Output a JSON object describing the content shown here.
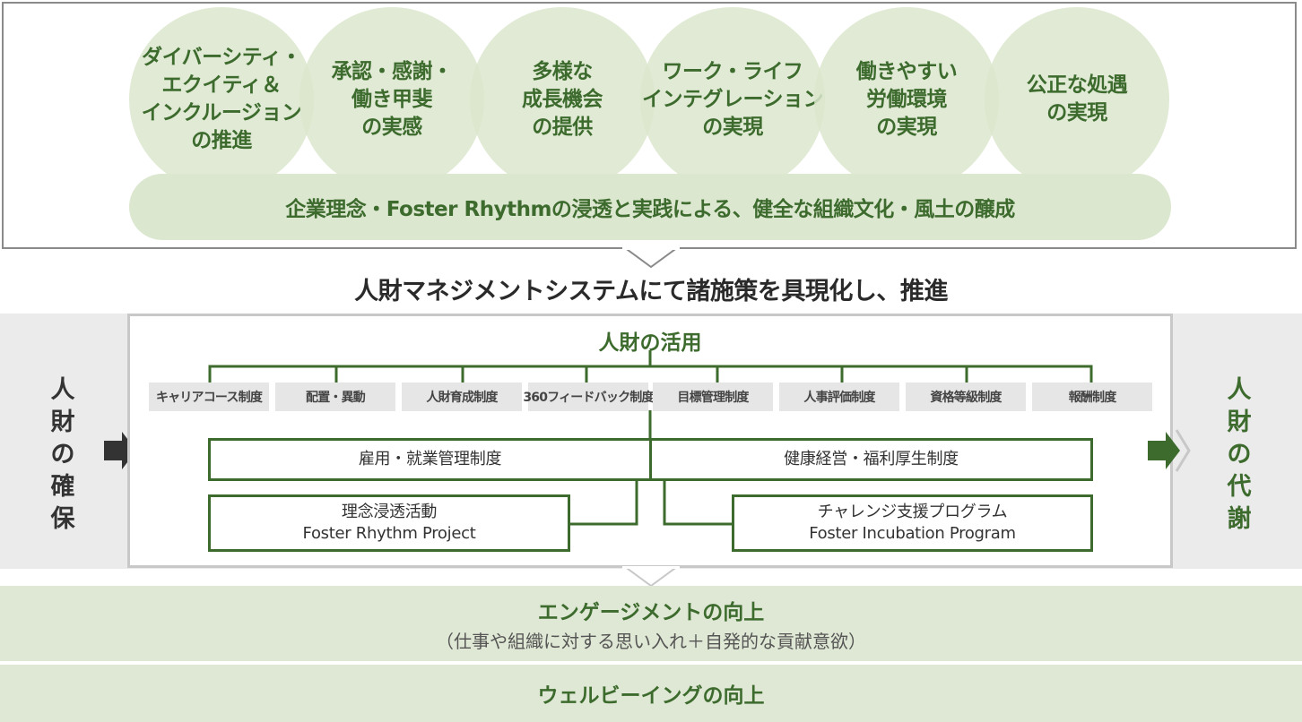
{
  "values": {
    "circles": [
      "ダイバーシティ・\nエクイティ＆\nインクルージョン\nの推進",
      "承認・感謝・\n働き甲斐\nの実感",
      "多様な\n成長機会\nの提供",
      "ワーク・ライフ\nインテグレーション\nの実現",
      "働きやすい\n労働環境\nの実現",
      "公正な処遇\nの実現"
    ],
    "foundation": "企業理念・Foster Rhythmの浸透と実践による、健全な組織文化・風土の醸成"
  },
  "heading": "人財マネジメントシステムにて諸施策を具現化し、推進",
  "system": {
    "left_label": "人\n財\nの\n確\n保",
    "right_label": "人\n財\nの\n代\n謝",
    "utilization_title": "人財の活用",
    "items": [
      "キャリアコース制度",
      "配置・異動",
      "人財育成制度",
      "360フィードバック制度",
      "目標管理制度",
      "人事評価制度",
      "資格等級制度",
      "報酬制度"
    ],
    "employment": "雇用・就業管理制度",
    "health": "健康経営・福利厚生制度",
    "philosophy": {
      "line1": "理念浸透活動",
      "line2": "Foster Rhythm Project"
    },
    "challenge": {
      "line1": "チャレンジ支援プログラム",
      "line2": "Foster Incubation Program"
    }
  },
  "outcomes": {
    "engagement_title": "エンゲージメントの向上",
    "engagement_sub": "（仕事や組織に対する思い入れ＋自発的な貢献意欲）",
    "wellbeing": "ウェルビーイングの向上"
  },
  "colors": {
    "accent_green": "#3d6b2e",
    "light_green": "#dce7d0",
    "gray_band": "#ebebeb"
  }
}
